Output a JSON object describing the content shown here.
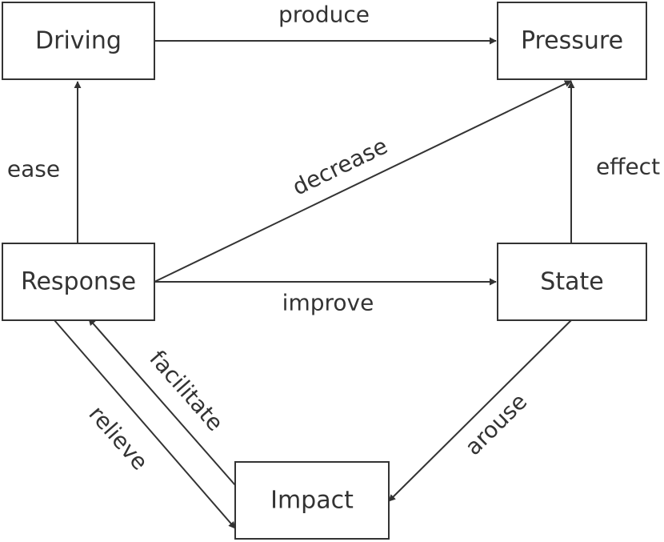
{
  "nodes": {
    "driving": "Driving",
    "pressure": "Pressure",
    "response": "Response",
    "state": "State",
    "impact": "Impact"
  },
  "edges": {
    "produce": "produce",
    "ease": "ease",
    "decrease": "decrease",
    "effect": "effect",
    "improve": "improve",
    "facilitate": "facilitate",
    "relieve": "relieve",
    "arouse": "arouse"
  },
  "colors": {
    "stroke": "#333333",
    "background": "#ffffff"
  }
}
